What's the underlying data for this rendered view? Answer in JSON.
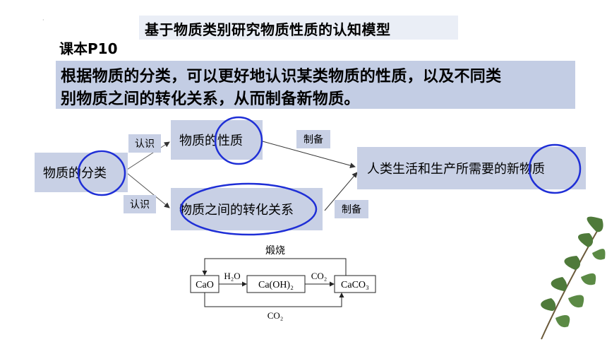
{
  "title": "基于物质类别研究物质性质的认知模型",
  "textbook_ref": "课本P10",
  "intro": {
    "line1": "根据物质的分类，可以更好地认识某类物质的性质，以及不同类",
    "line2": "别物质之间的转化关系，从而制备新物质。"
  },
  "concept_map": {
    "classification": "物质的分类",
    "properties": "物质的性质",
    "conversion": "物质之间的转化关系",
    "new_substances": "人类生活和生产所需要的新物质",
    "edge_know_top": "认识",
    "edge_know_bottom": "认识",
    "edge_prepare_top": "制备",
    "edge_prepare_bottom": "制备"
  },
  "reaction_diagram": {
    "calcine": "煅烧",
    "water": "H₂O",
    "co2_top": "CO₂",
    "co2_bottom": "CO₂",
    "cao": "CaO",
    "caoh2": "Ca(OH)₂",
    "caco3": "CaCO₃"
  },
  "colors": {
    "box_fill": "#c8d0e5",
    "title_fill": "#eaeef6",
    "intro_fill": "#c3cde4",
    "highlight_ellipse": "#1f2fd6",
    "leaf_green": "#4f7a3a"
  }
}
